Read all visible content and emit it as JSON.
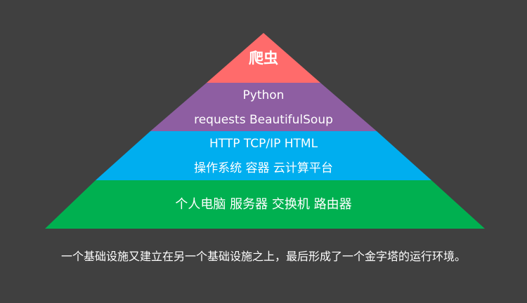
{
  "pyramid": {
    "layers": [
      {
        "id": "crawler",
        "color": "#FF6B6B",
        "lines": [
          "爬虫"
        ]
      },
      {
        "id": "python",
        "color": "#8E5EA2",
        "lines": [
          "Python",
          "requests BeautifulSoup"
        ]
      },
      {
        "id": "protocols",
        "color": "#00AEEF",
        "lines": [
          "HTTP TCP/IP HTML",
          "操作系统 容器 云计算平台"
        ]
      },
      {
        "id": "hardware",
        "color": "#00B050",
        "lines": [
          "个人电脑 服务器 交换机 路由器"
        ]
      }
    ]
  },
  "caption": "一个基础设施又建立在另一个基础设施之上，最后形成了一个金字塔的运行环境。",
  "colors": {
    "background": "#404040",
    "text": "#FFFFFF"
  }
}
